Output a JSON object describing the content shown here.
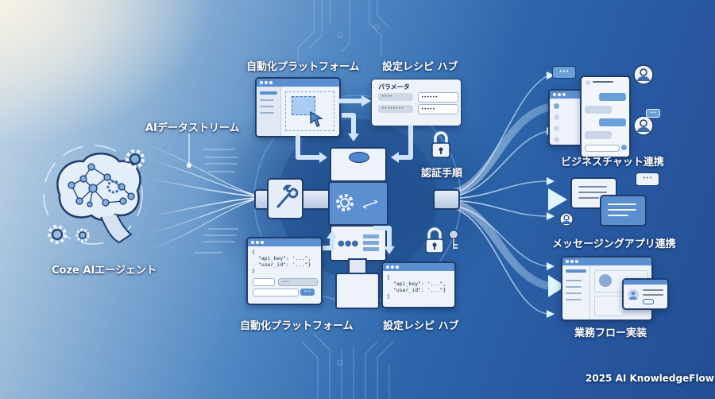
{
  "diagram": {
    "footer": "2025 AI KnowledgeFlow",
    "nodes": {
      "agent": {
        "label": "Coze AIエージェント",
        "icon": "brain-network-icon"
      },
      "data_stream": {
        "label": "AIデータストリーム"
      },
      "automation_top": {
        "label": "自動化プラットフォーム"
      },
      "recipe_hub_top": {
        "label": "設定レシピ ハブ",
        "panel_title": "パラメータ",
        "fields": [
          "••••",
          "••••••••"
        ],
        "values": [
          "••••••",
          "•••••"
        ]
      },
      "auth": {
        "label": "認証手順"
      },
      "automation_bottom": {
        "label": "自動化プラットフォーム",
        "code": "{\n  \"api_key\": '...\",\n  \"user_id\": '...\"}\n}",
        "select_placeholder": "•••",
        "button_label": "•••"
      },
      "recipe_hub_bottom": {
        "label": "設定レシピ ハブ",
        "code": "{\n  \"api_key\": '...\",\n  \"user_id\": '...\"}\n}"
      },
      "business_chat": {
        "label": "ビジネスチャット連携"
      },
      "messaging_app": {
        "label": "メッセージングアプリ連携"
      },
      "workflow": {
        "label": "業務フロー実装"
      }
    },
    "colors": {
      "bg_light": "#f6f1e4",
      "bg_mid": "#4f87c3",
      "bg_dark": "#234f95",
      "panel": "#eef3fa",
      "outline": "#1e3d6e",
      "accent": "#5b8fd0",
      "glow": "#bff0ff"
    }
  }
}
